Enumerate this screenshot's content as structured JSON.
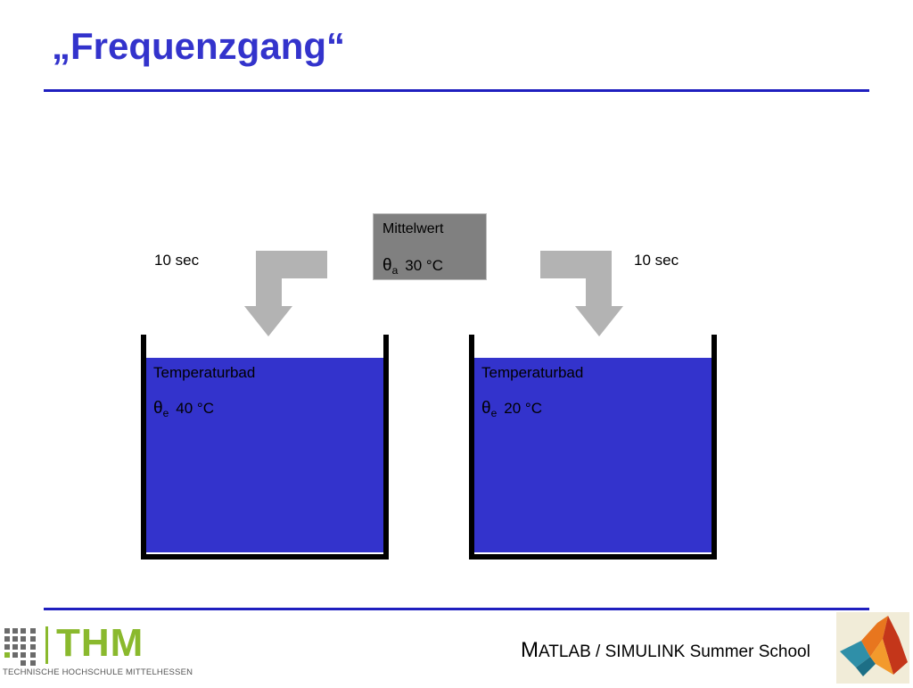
{
  "slide": {
    "title": "„Frequenzgang“"
  },
  "mittelwert": {
    "label": "Mittelwert",
    "symbol": "θ",
    "subscript": "a",
    "value": "30 °C"
  },
  "arrows": {
    "left_label": "10 sec",
    "right_label": "10 sec"
  },
  "tanks": [
    {
      "label": "Temperaturbad",
      "symbol": "θ",
      "subscript": "e",
      "value": "40 °C"
    },
    {
      "label": "Temperaturbad",
      "symbol": "θ",
      "subscript": "e",
      "value": "20 °C"
    }
  ],
  "footer": {
    "initial": "M",
    "text": "ATLAB / SIMULINK Summer School",
    "logo_word": "THM",
    "logo_subtitle": "TECHNISCHE HOCHSCHULE MITTELHESSEN"
  },
  "colors": {
    "accent": "#3333cc",
    "rule": "#1f1fbf",
    "box_gray": "#808080",
    "arrow_gray": "#b3b3b3",
    "thm_green": "#8ab92d"
  }
}
